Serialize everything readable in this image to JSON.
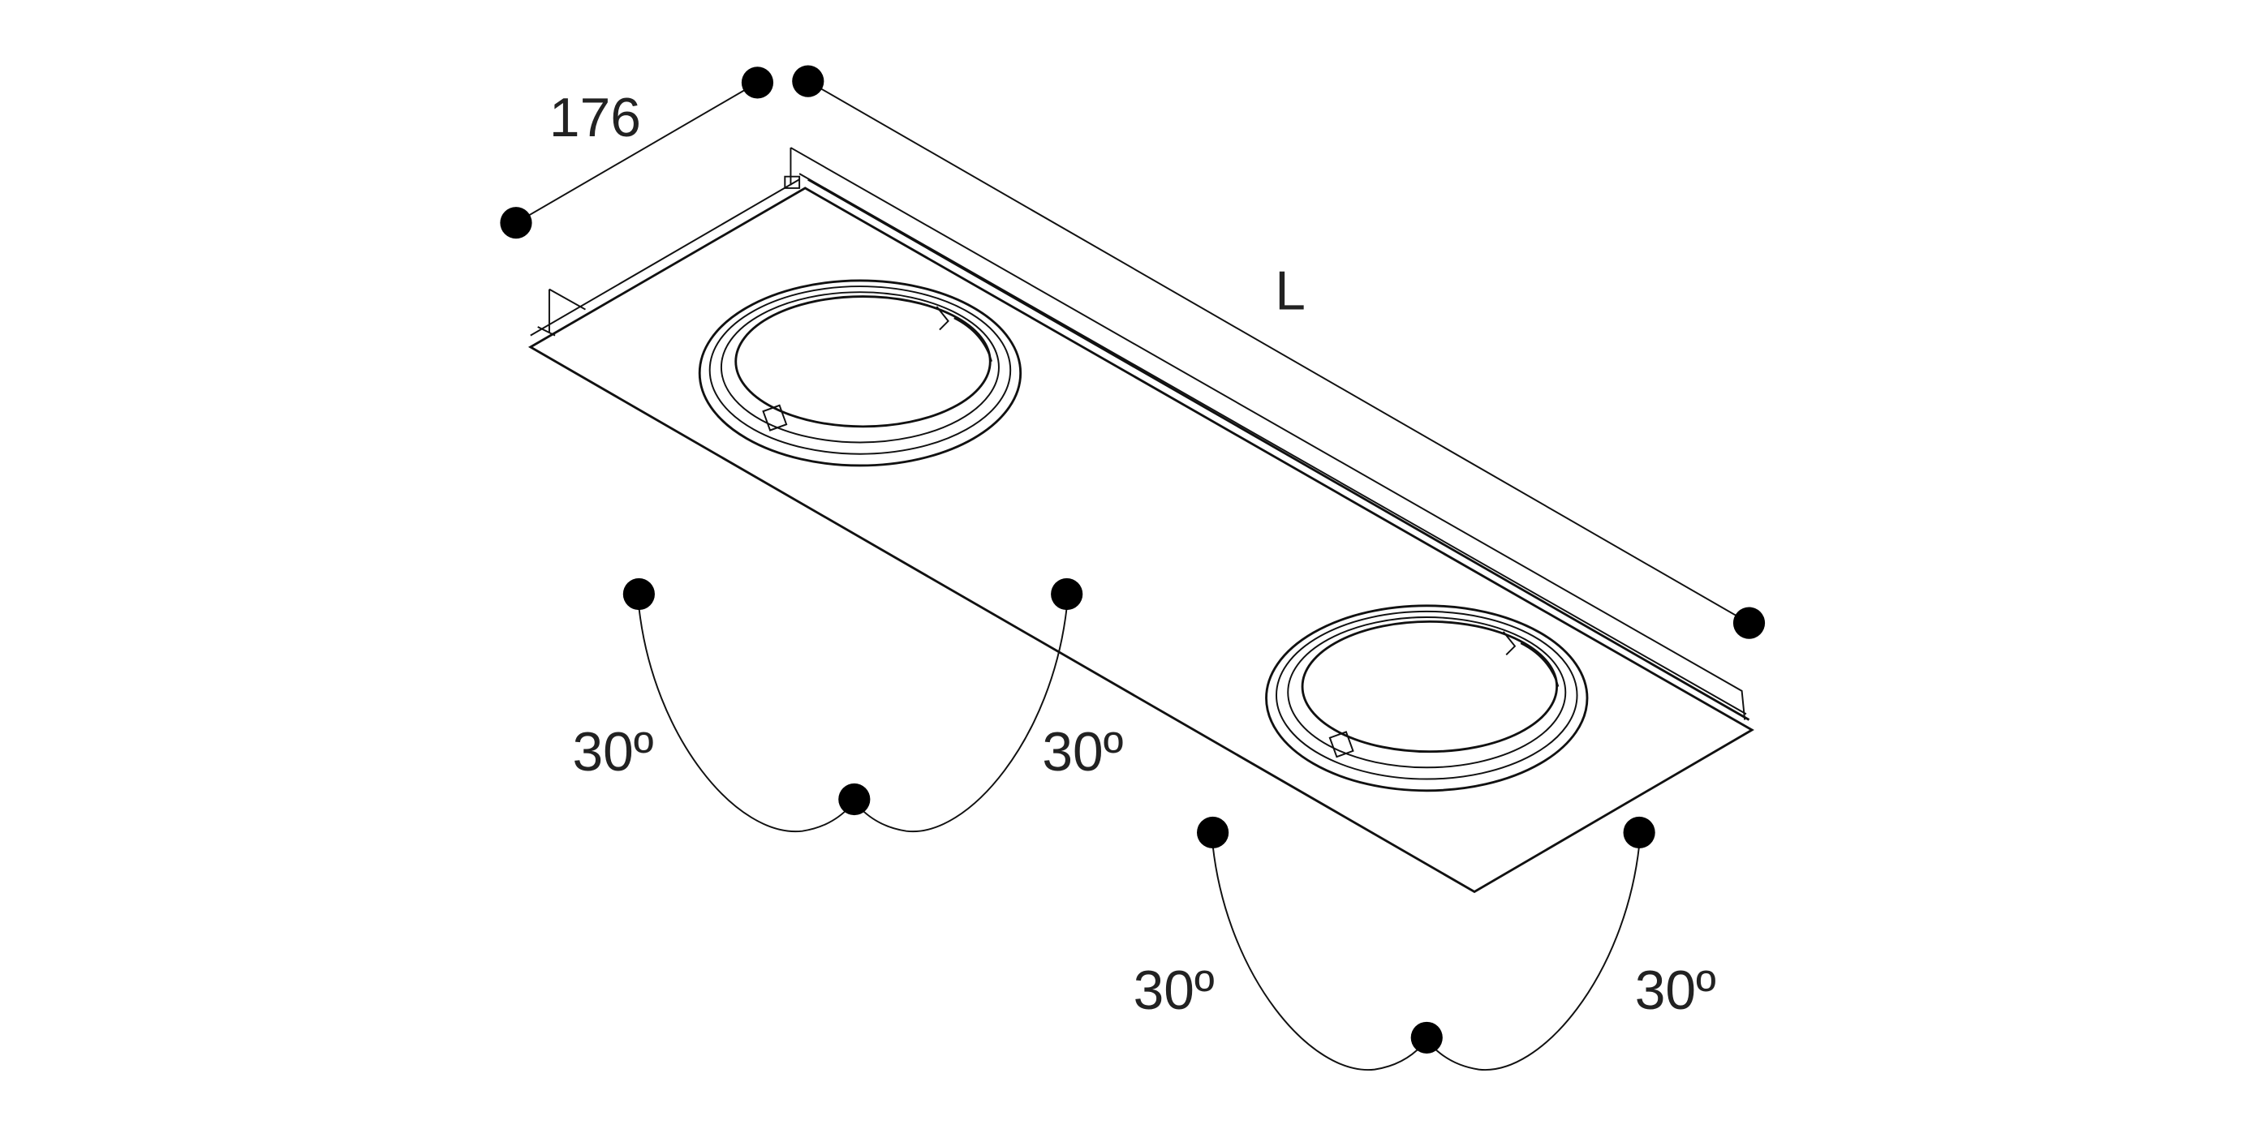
{
  "dimensions": {
    "width_label": "176",
    "length_label": "L"
  },
  "tilt_angles": {
    "fixture_1": {
      "left": "30º",
      "right": "30º"
    },
    "fixture_2": {
      "left": "30º",
      "right": "30º"
    }
  },
  "colors": {
    "line": "#111111",
    "background": "#ffffff"
  }
}
